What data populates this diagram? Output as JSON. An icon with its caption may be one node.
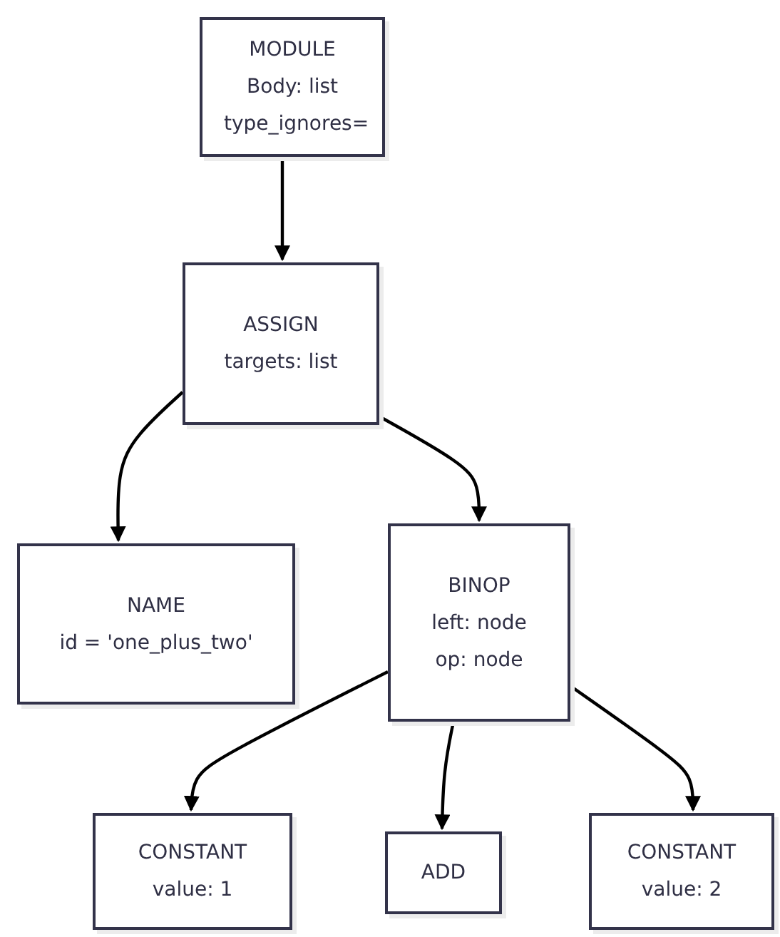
{
  "diagram": {
    "nodes": [
      {
        "text": [
          "MODULE",
          "Body: list type_ignores="
        ]
      },
      {
        "text": [
          "ASSIGN",
          "targets: list"
        ]
      },
      {
        "text": [
          "NAME",
          "id = 'one_plus_two'"
        ]
      },
      {
        "text": [
          "BINOP",
          "left: node op: node"
        ]
      },
      {
        "text": [
          "CONSTANT",
          "value: 1"
        ]
      },
      {
        "text": [
          "ADD"
        ]
      },
      {
        "text": [
          "CONSTANT",
          "value: 2"
        ]
      }
    ],
    "edges": [
      {
        "from": 0,
        "to": 1,
        "arrow": "to"
      },
      {
        "from": 1,
        "to": 2,
        "arrow": "to"
      },
      {
        "from": 1,
        "to": 3,
        "arrow": "to"
      },
      {
        "from": 3,
        "to": 4,
        "arrow": "to"
      },
      {
        "from": 3,
        "to": 5,
        "arrow": "to"
      },
      {
        "from": 3,
        "to": 6,
        "arrow": "to"
      }
    ]
  }
}
